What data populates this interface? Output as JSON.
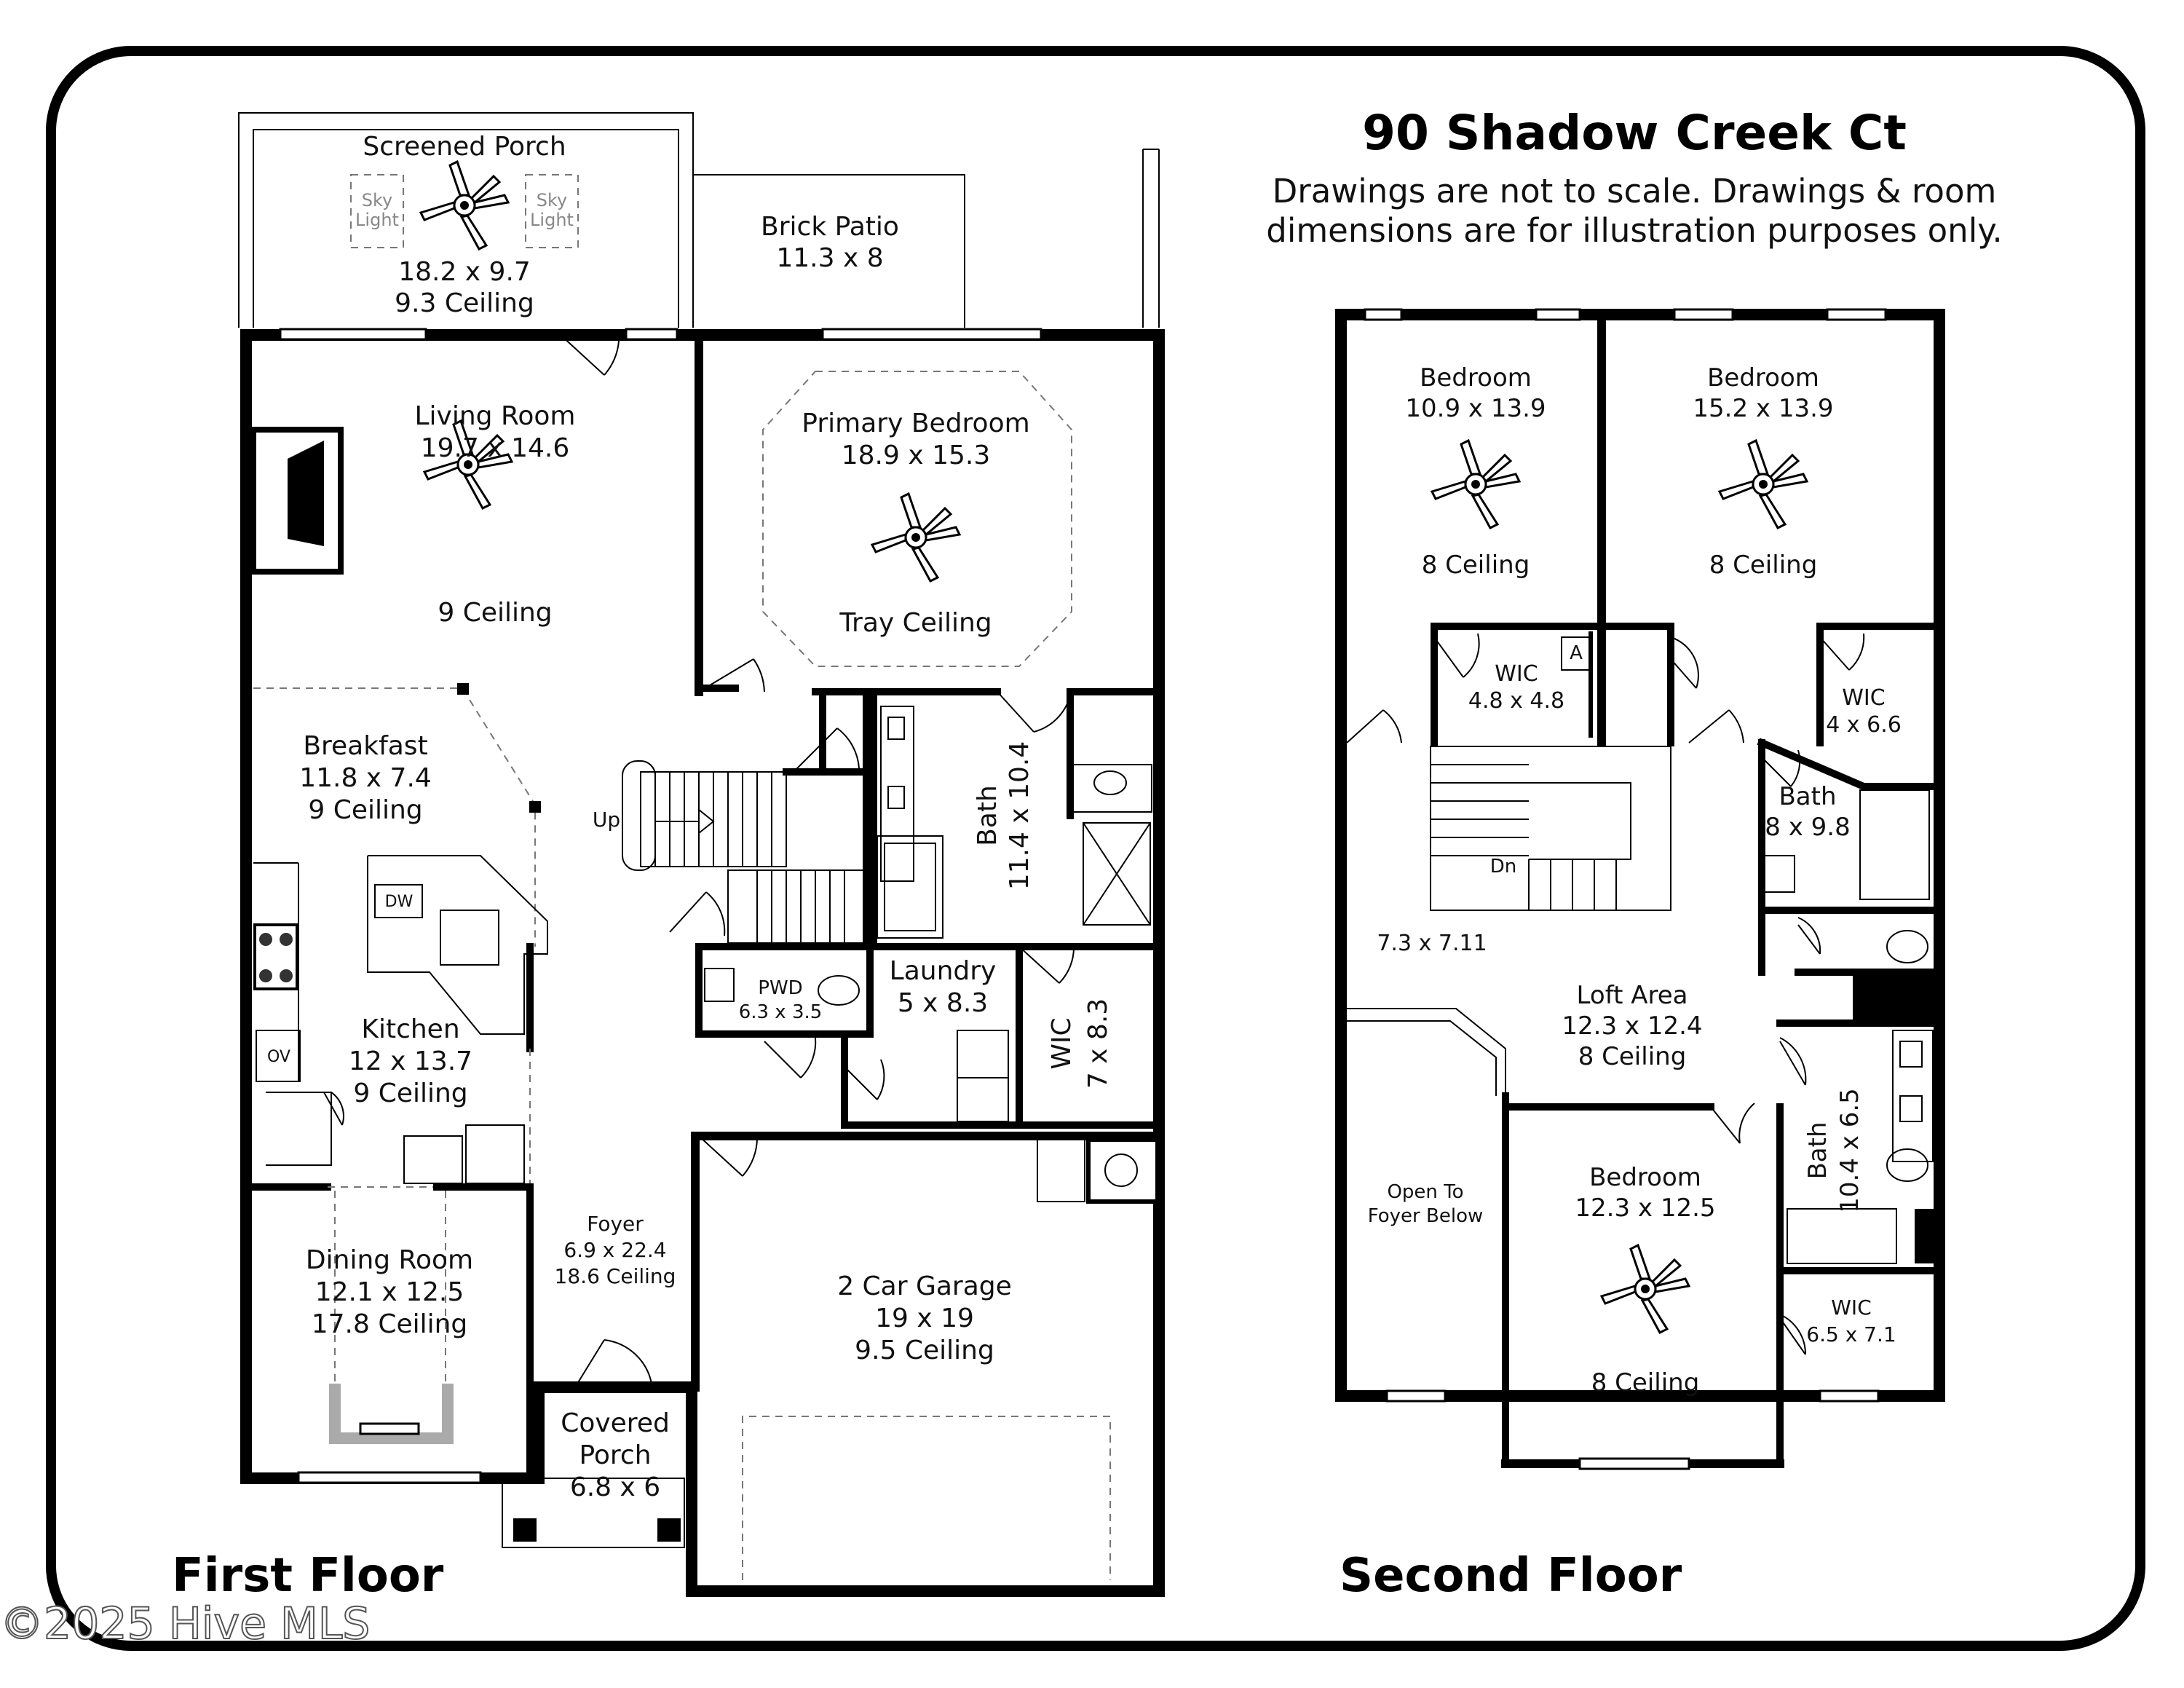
{
  "title": "90 Shadow Creek Ct",
  "disclaimer": {
    "line1": "Drawings are not to scale. Drawings & room",
    "line2": "dimensions are for illustration purposes only."
  },
  "floor_labels": {
    "first": "First Floor",
    "second": "Second Floor"
  },
  "watermark": "©2025 Hive MLS",
  "first_floor": {
    "screened_porch": {
      "name": "Screened Porch",
      "dims": "18.2 x 9.7",
      "ceiling": "9.3 Ceiling",
      "skylight_1": [
        "Sky",
        "Light"
      ],
      "skylight_2": [
        "Sky",
        "Light"
      ]
    },
    "brick_patio": {
      "name": "Brick Patio",
      "dims": "11.3 x 8"
    },
    "living_room": {
      "name": "Living Room",
      "dims": "19.7 x 14.6",
      "ceiling": "9 Ceiling"
    },
    "primary_bedroom": {
      "name": "Primary Bedroom",
      "dims": "18.9 x 15.3",
      "ceiling": "Tray Ceiling"
    },
    "breakfast": {
      "name": "Breakfast",
      "dims": "11.8 x 7.4",
      "ceiling": "9 Ceiling"
    },
    "stairs_label": "Up",
    "primary_bath": {
      "name": "Bath",
      "dims": "11.4 x 10.4"
    },
    "kitchen": {
      "name": "Kitchen",
      "dims": "12 x 13.7",
      "ceiling": "9 Ceiling",
      "dw": "DW",
      "ov": "OV"
    },
    "pwd": {
      "name": "PWD",
      "dims": "6.3 x 3.5"
    },
    "laundry": {
      "name": "Laundry",
      "dims": "5 x 8.3"
    },
    "wic": {
      "name": "WIC",
      "dims": "7 x 8.3"
    },
    "foyer": {
      "name": "Foyer",
      "dims": "6.9 x 22.4",
      "ceiling": "18.6 Ceiling"
    },
    "dining_room": {
      "name": "Dining Room",
      "dims": "12.1 x 12.5",
      "ceiling": "17.8 Ceiling"
    },
    "garage": {
      "name": "2 Car Garage",
      "dims": "19 x 19",
      "ceiling": "9.5 Ceiling"
    },
    "covered_porch": {
      "name": "Covered",
      "name2": "Porch",
      "dims": "6.8 x 6"
    }
  },
  "second_floor": {
    "bedroom_1": {
      "name": "Bedroom",
      "dims": "10.9 x 13.9",
      "ceiling": "8 Ceiling"
    },
    "bedroom_2": {
      "name": "Bedroom",
      "dims": "15.2 x 13.9",
      "ceiling": "8 Ceiling"
    },
    "wic_1": {
      "name": "WIC",
      "dims": "4.8 x 4.8",
      "attic": "A"
    },
    "wic_2": {
      "name": "WIC",
      "dims": "4 x 6.6"
    },
    "bath_1": {
      "name": "Bath",
      "dims": "8 x 9.8"
    },
    "stairs_label": "Dn",
    "landing": {
      "dims": "7.3 x 7.11"
    },
    "loft": {
      "name": "Loft Area",
      "dims": "12.3 x 12.4",
      "ceiling": "8 Ceiling"
    },
    "open_to_foyer": {
      "line1": "Open To",
      "line2": "Foyer Below"
    },
    "bedroom_3": {
      "name": "Bedroom",
      "dims": "12.3 x 12.5",
      "ceiling": "8 Ceiling"
    },
    "bath_2": {
      "name": "Bath",
      "dims": "10.4 x 6.5"
    },
    "wic_3": {
      "name": "WIC",
      "dims": "6.5 x 7.1"
    }
  }
}
